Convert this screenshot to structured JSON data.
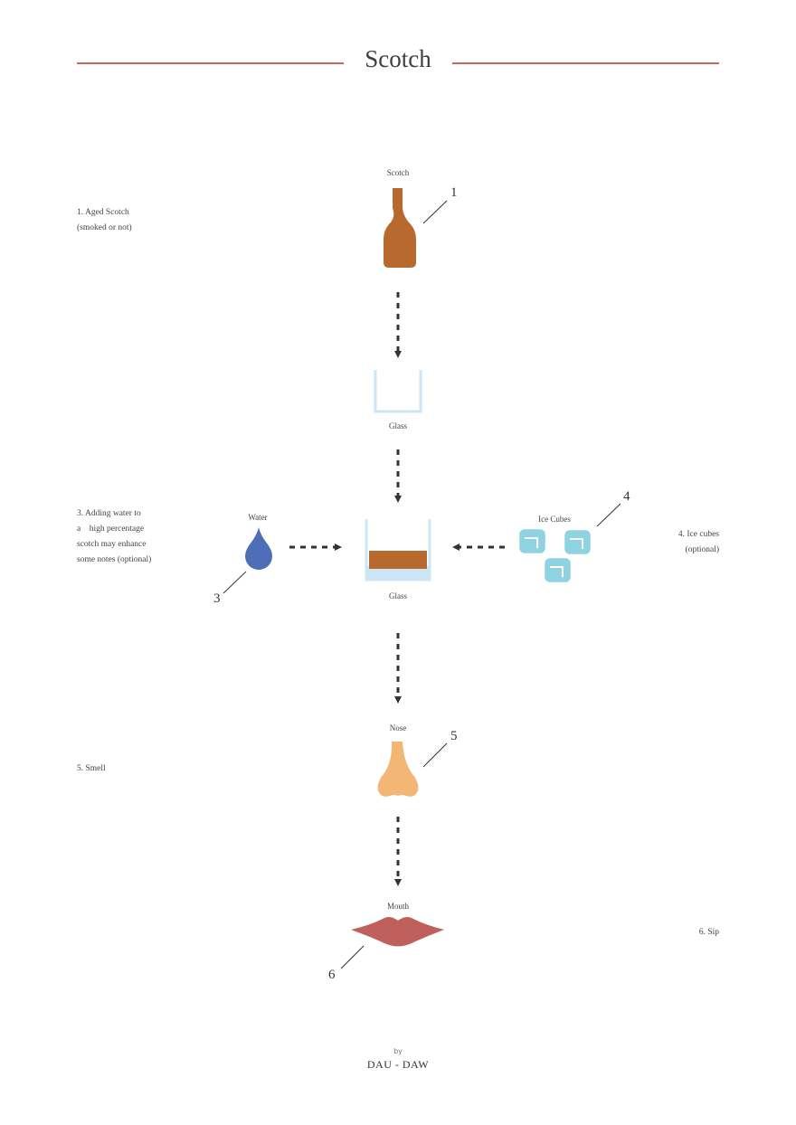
{
  "title": "Scotch",
  "nodes": {
    "scotch": "Scotch",
    "glass_empty": "Glass",
    "water": "Water",
    "glass_filled": "Glass",
    "ice": "Ice Cubes",
    "nose": "Nose",
    "mouth": "Mouth"
  },
  "callouts": [
    "1",
    "3",
    "4",
    "5",
    "6"
  ],
  "notes": {
    "step1": [
      "1. Aged Scotch",
      "(smoked or not)"
    ],
    "step3": [
      "3. Adding water to",
      "a    high percentage",
      "scotch may enhance",
      "some notes (optional)"
    ],
    "step4": [
      "4. Ice cubes",
      "(optional)"
    ],
    "step5": "5. Smell",
    "step6": "6. Sip"
  },
  "footer": {
    "by": "by",
    "brand": "DAU - DAW"
  },
  "colors": {
    "title_rule": "#c9675f",
    "scotch": "#b86a2e",
    "glass": "#cde6f5",
    "water": "#4e6fb8",
    "ice": "#8fd3e3",
    "nose": "#f2b774",
    "mouth": "#c0605c",
    "arrow": "#333333"
  },
  "icons": [
    "bottle-icon",
    "glass-icon",
    "water-drop-icon",
    "ice-cube-icon",
    "nose-icon",
    "lips-icon"
  ]
}
